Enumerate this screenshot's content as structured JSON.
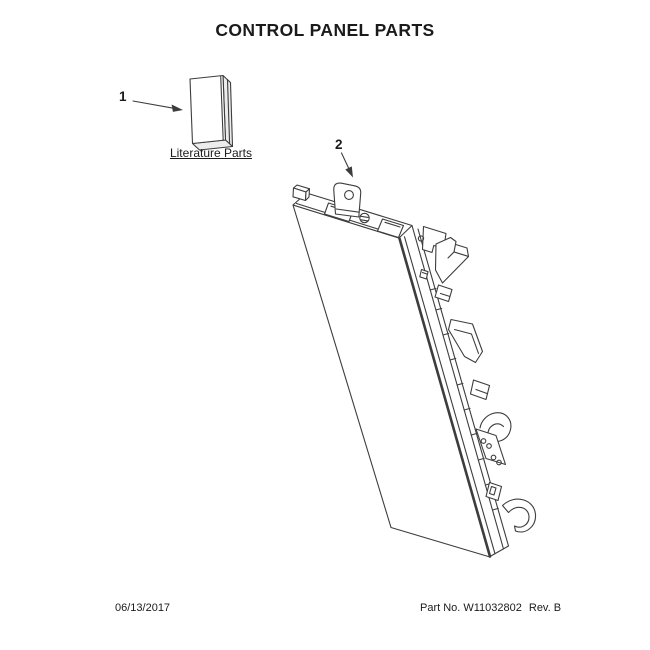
{
  "page": {
    "title": "CONTROL PANEL PARTS"
  },
  "diagram": {
    "callouts": [
      {
        "number": "1",
        "label": "Literature Parts"
      },
      {
        "number": "2",
        "label": ""
      }
    ]
  },
  "footer": {
    "date": "06/13/2017",
    "part_label": "Part No.",
    "part_number": "W11032802",
    "rev_label": "Rev.",
    "revision": "B"
  },
  "colors": {
    "line": "#3d3d3d",
    "text": "#1b1b1b",
    "background": "#ffffff"
  }
}
